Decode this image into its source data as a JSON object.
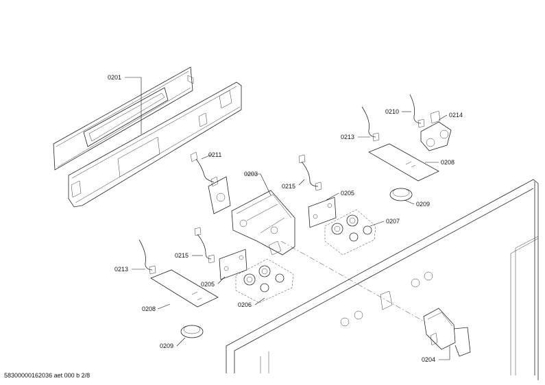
{
  "labels": {
    "l0201": "0201",
    "l0203": "0203",
    "l0211": "0211",
    "l0215a": "0215",
    "l0205a": "0205",
    "l0207": "0207",
    "l0210": "0210",
    "l0214": "0214",
    "l0213a": "0213",
    "l0208a": "0208",
    "l0209a": "0209",
    "l0215b": "0215",
    "l0213b": "0213",
    "l0205b": "0205",
    "l0206": "0206",
    "l0208b": "0208",
    "l0209b": "0209",
    "l0204": "0204"
  },
  "footer": "58300000162036 aet 000 b 2/8"
}
